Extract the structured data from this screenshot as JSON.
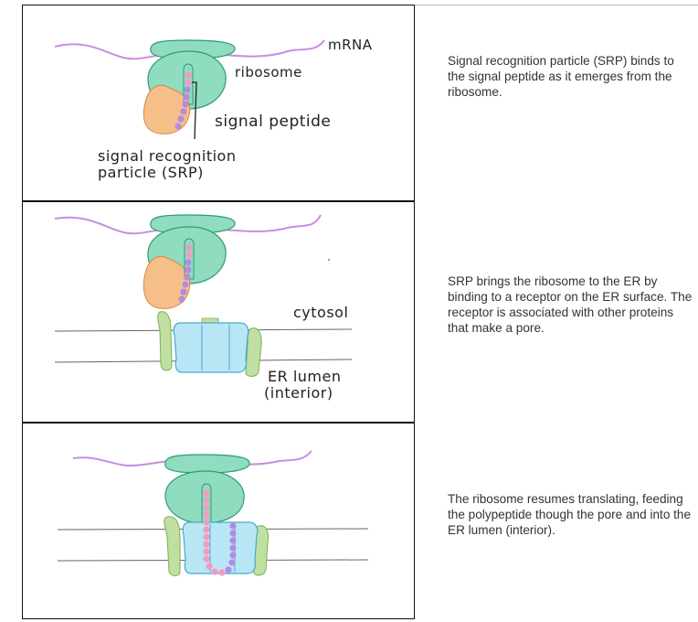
{
  "panels": [
    {
      "labels": {
        "mrna": "mRNA",
        "ribosome": "ribosome",
        "signal_peptide": "signal peptide",
        "srp_line1": "signal recognition",
        "srp_line2": "particle (SRP)"
      },
      "description": "Signal recognition particle (SRP) binds to the signal peptide as it emerges from the ribosome."
    },
    {
      "labels": {
        "cytosol": "cytosol",
        "er_lumen_line1": "ER lumen",
        "er_lumen_line2": "(interior)"
      },
      "description": "SRP brings the ribosome to the ER by binding to a receptor on the ER surface. The receptor is associated with other proteins that make a pore."
    },
    {
      "labels": {},
      "description": "The ribosome resumes translating, feeding the polypeptide though the pore and into the ER lumen (interior)."
    }
  ],
  "colors": {
    "mrna": "#c98ee0",
    "ribosome": "#8fdcbf",
    "ribosome_stroke": "#2f9b78",
    "srp": "#f6bf8a",
    "srp_stroke": "#d48a4a",
    "bead_pink": "#f29ac0",
    "bead_purple": "#b48be0",
    "receptor": "#bfe0a0",
    "receptor_stroke": "#7fae58",
    "pore": "#b9e6f5",
    "pore_stroke": "#4aa8cf",
    "membrane": "#666666"
  }
}
